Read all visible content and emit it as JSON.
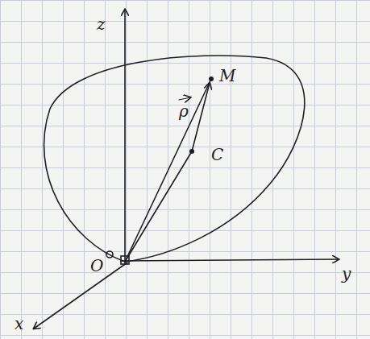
{
  "diagram": {
    "labels": [
      "z",
      "y",
      "x",
      "O",
      "M",
      "ρ",
      "C"
    ]
  }
}
